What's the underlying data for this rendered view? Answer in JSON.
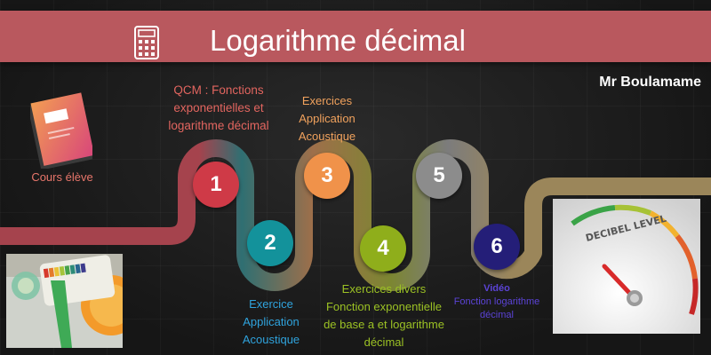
{
  "header": {
    "title": "Logarithme décimal",
    "icon": "calculator-icon"
  },
  "author": "Mr Boulamame",
  "cours": {
    "label": "Cours élève"
  },
  "steps": [
    {
      "number": "1",
      "color": "#cf3a47",
      "lines": [
        "QCM : Fonctions",
        "exponentielles et",
        "logarithme décimal"
      ]
    },
    {
      "number": "2",
      "color": "#13929b",
      "lines": [
        "Exercice",
        "Application",
        "Acoustique"
      ]
    },
    {
      "number": "3",
      "color": "#f0924a",
      "lines": [
        "Exercices",
        "Application",
        "Acoustique"
      ]
    },
    {
      "number": "4",
      "color": "#8fae1b",
      "lines": [
        "Exercices divers",
        "Fonction exponentielle",
        "de base a et logarithme",
        "décimal"
      ]
    },
    {
      "number": "5",
      "color": "#8c8c8c",
      "lines": []
    },
    {
      "number": "6",
      "color": "#241e78",
      "lines": [
        "Vidéo",
        "Fonction logarithme",
        "décimal"
      ]
    }
  ],
  "meter": {
    "text": "DECIBEL LEVEL"
  },
  "colors": {
    "banner": "#b9585e",
    "path_start": "#a5434d",
    "path_end": "#9b865a"
  }
}
